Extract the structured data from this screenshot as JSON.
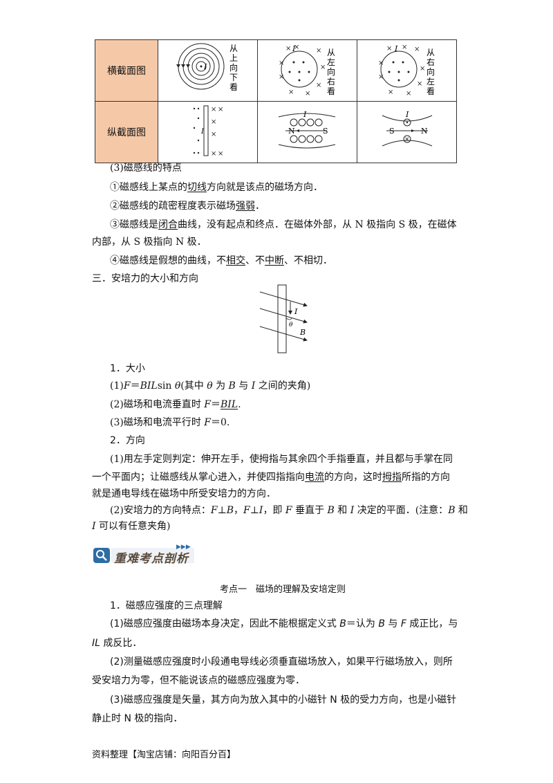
{
  "table": {
    "row1_label": "横截面图",
    "row2_label": "纵截面图",
    "fig_texts": {
      "view_top_down": "从上向下看",
      "view_left_right": "从左向右看",
      "view_right_left": "从右向左看",
      "current": "I",
      "north": "N",
      "south": "S"
    }
  },
  "features": {
    "title": "(3)磁感线的特点",
    "item1": {
      "pre": "①磁感线上某点的",
      "u": "切线",
      "post": "方向就是该点的磁场方向．"
    },
    "item2": {
      "pre": "②磁感线的疏密程度表示磁场",
      "u": "强弱",
      "post": "．"
    },
    "item3": {
      "pre": "③磁感线是",
      "u": "闭合",
      "post": "曲线，没有起点和终点．在磁体外部，从 N 极指向 S 极，在磁体",
      "line2": "内部，从 S 极指向 N 极．"
    },
    "item4": {
      "pre": "④磁感线是假想的曲线，不",
      "u1": "相交",
      "mid": "、不",
      "u2": "中断",
      "post": "、不相切．"
    }
  },
  "section3": {
    "title": "三．安培力的大小和方向"
  },
  "ampere_fig": {
    "current": "I",
    "angle": "θ",
    "field": "B"
  },
  "magnitude": {
    "title": "1．大小",
    "line1_a": "(1)",
    "line1_F": "F",
    "line1_b": "＝",
    "line1_BIL": "BIL",
    "line1_c": "sin ",
    "line1_theta": "θ",
    "line1_d": "(其中 ",
    "line1_theta2": "θ",
    "line1_e": " 为 ",
    "line1_B": "B",
    "line1_f": " 与 ",
    "line1_I": "I",
    "line1_g": " 之间的夹角)",
    "line2_a": "(2)磁场和电流垂直时 ",
    "line2_F": "F",
    "line2_b": "＝",
    "line2_u": "BIL",
    "line2_c": ".",
    "line3_a": "(3)磁场和电流平行时 ",
    "line3_F": "F",
    "line3_b": "＝0."
  },
  "direction": {
    "title": "2．方向",
    "p1_l1": "(1)用左手定则判定：伸开左手，使拇指与其余四个手指垂直，并且都与手掌在同",
    "p1_l2_a": "一个平面内；让磁感线从掌心进入，并使四指指向",
    "p1_l2_u1": "电流",
    "p1_l2_b": "的方向，这时",
    "p1_l2_u2": "拇指",
    "p1_l2_c": "所指的方向",
    "p1_l3": "就是通电导线在磁场中所受安培力的方向．",
    "p2_l1_a": "(2)安培力的方向特点：",
    "p2_F1": "F",
    "p2_l1_b": "⊥",
    "p2_B1": "B",
    "p2_l1_c": "，",
    "p2_F2": "F",
    "p2_l1_d": "⊥",
    "p2_I1": "I",
    "p2_l1_e": "，即 ",
    "p2_F3": "F",
    "p2_l1_f": " 垂直于 ",
    "p2_B2": "B",
    "p2_l1_g": " 和 ",
    "p2_I2": "I",
    "p2_l1_h": " 决定的平面．(注意：",
    "p2_B3": "B",
    "p2_l1_i": " 和",
    "p2_I3": "I",
    "p2_l2": " 可以有任意夹角)"
  },
  "banner": {
    "label": "重难考点剖析",
    "colors": {
      "icon": "#2e6da4",
      "text": "#5a4a3a"
    }
  },
  "kaodian": {
    "title": "考点一　磁场的理解及安培定则",
    "sub1": "1．磁感应强度的三点理解",
    "s1_a": "(1)磁感应强度由磁场本身决定，因此不能根据定义式 ",
    "s1_B": "B",
    "s1_b": "＝认为 ",
    "s1_B2": "B",
    "s1_c": " 与 ",
    "s1_F": "F",
    "s1_d": " 成正比，与",
    "s1_IL": "IL",
    "s1_e": " 成反比．",
    "s2_l1": "(2)测量磁感应强度时小段通电导线必须垂直磁场放入，如果平行磁场放入，则所",
    "s2_l2": "受安培力为零，但不能说该点的磁感应强度为零．",
    "s3_l1": "(3)磁感应强度是矢量，其方向为放入其中的小磁针 N 极的受力方向，也是小磁针",
    "s3_l2": "静止时 N 极的指向．"
  },
  "footer": {
    "text": "资料整理【淘宝店铺：向阳百分百】"
  }
}
